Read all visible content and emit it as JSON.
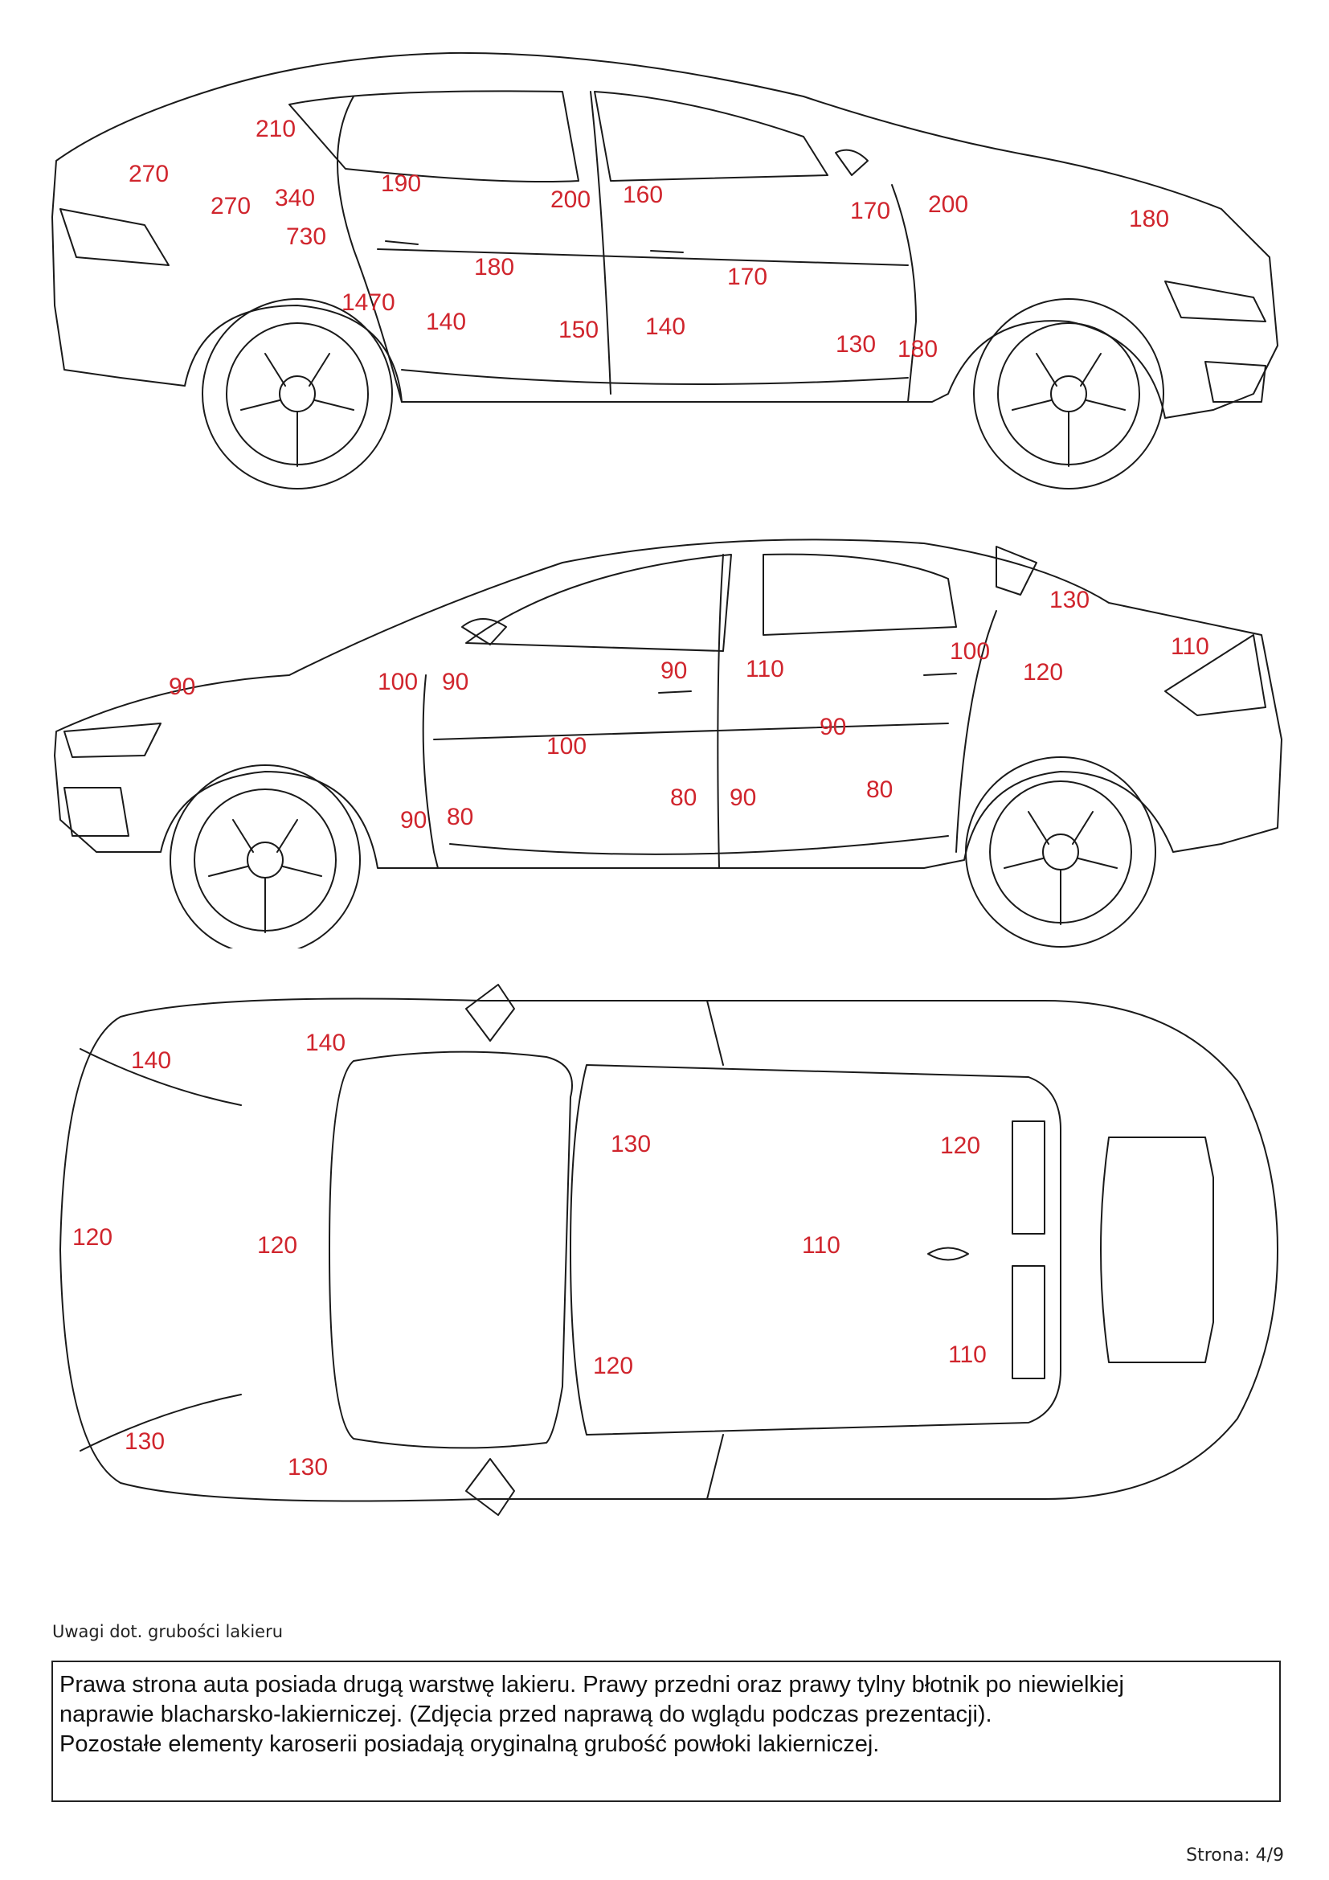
{
  "views": {
    "right_side": {
      "readings": [
        "210",
        "270",
        "270",
        "340",
        "190",
        "200",
        "160",
        "170",
        "200",
        "180",
        "730",
        "180",
        "170",
        "1470",
        "140",
        "150",
        "140",
        "130",
        "180"
      ]
    },
    "left_side": {
      "readings": [
        "130",
        "110",
        "90",
        "100",
        "90",
        "90",
        "110",
        "100",
        "120",
        "100",
        "90",
        "90",
        "80",
        "80",
        "90",
        "80"
      ]
    },
    "top": {
      "readings": [
        "140",
        "140",
        "130",
        "120",
        "120",
        "120",
        "110",
        "120",
        "110",
        "130",
        "130"
      ]
    }
  },
  "notes": {
    "label": "Uwagi dot. grubości lakieru",
    "lines": [
      "Prawa strona auta posiada drugą warstwę lakieru. Prawy przedni oraz prawy tylny błotnik po niewielkiej",
      "naprawie blacharsko-lakierniczej. (Zdjęcia przed naprawą do wglądu podczas prezentacji).",
      "Pozostałe elementy karoserii posiadają oryginalną grubość powłoki lakierniczej."
    ]
  },
  "page": {
    "number_text": "Strona: 4/9"
  },
  "colors": {
    "reading": "#d0252d",
    "outline": "#1a1a1a"
  }
}
